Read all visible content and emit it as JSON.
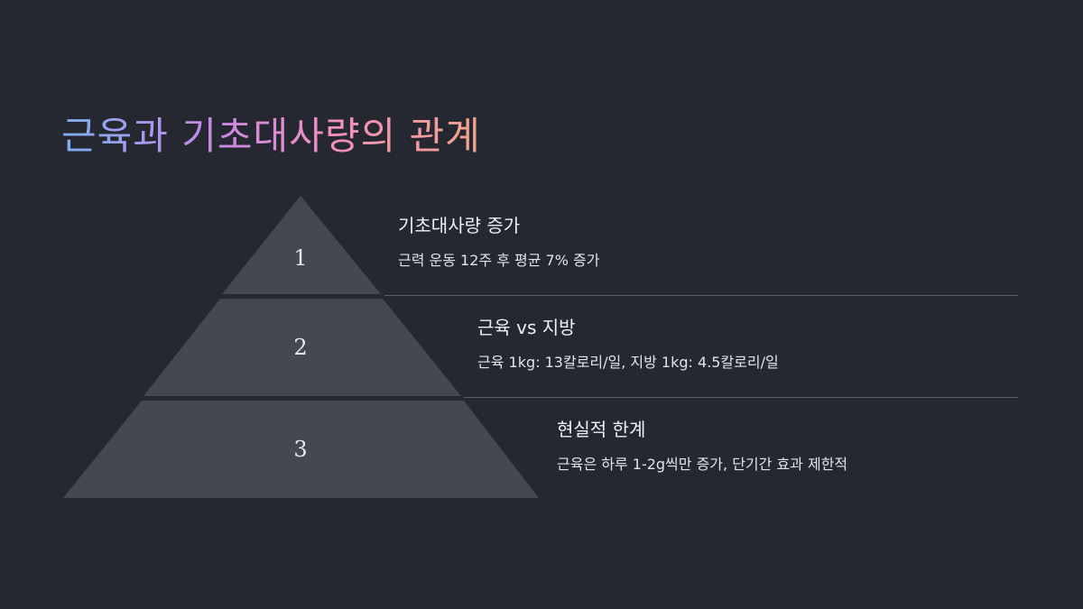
{
  "title": "근육과 기초대사량의 관계",
  "levels": [
    {
      "number": "1",
      "heading": "기초대사량 증가",
      "description": "근력 운동 12주 후 평균 7% 증가"
    },
    {
      "number": "2",
      "heading": "근육 vs 지방",
      "description": "근육 1kg: 13칼로리/일, 지방 1kg: 4.5칼로리/일"
    },
    {
      "number": "3",
      "heading": "현실적 한계",
      "description": "근육은 하루 1-2g씩만 증가, 단기간 효과 제한적"
    }
  ],
  "colors": {
    "background": "#252731",
    "pyramid_fill": "#454852",
    "divider": "#5a5d69",
    "text": "#eef0f5"
  }
}
